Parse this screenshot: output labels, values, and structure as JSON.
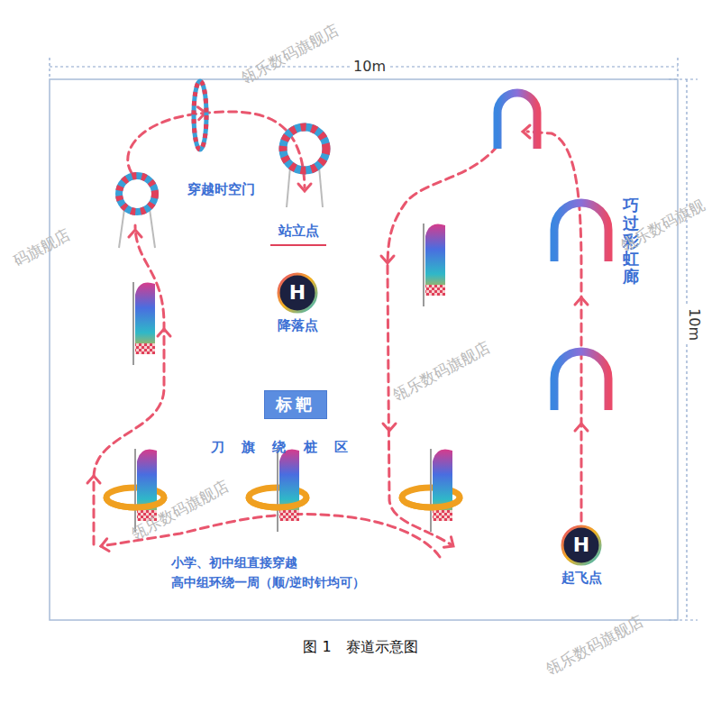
{
  "diagram": {
    "caption": "图 1　赛道示意图",
    "nodes": [
      {
        "text": [
          "H",
          "降落点"
        ]
      },
      {
        "text": [
          "标靶"
        ]
      },
      {
        "text": [
          "H",
          "起飞点"
        ]
      }
    ],
    "labels": [
      "10m",
      "10m",
      "穿越时空门",
      "站立点",
      "刀 旗 绕 桩 区",
      "小学、初中组直接穿越",
      "高中组环绕一周（顺/逆时针均可）",
      "巧过彩虹廊",
      "瓴乐数码旗舰店",
      "码旗舰店",
      "瓴乐数码旗舰",
      "瓴乐数码旗舰店",
      "瓴乐数码旗舰店",
      "瓴乐数码旗舰店"
    ]
  }
}
